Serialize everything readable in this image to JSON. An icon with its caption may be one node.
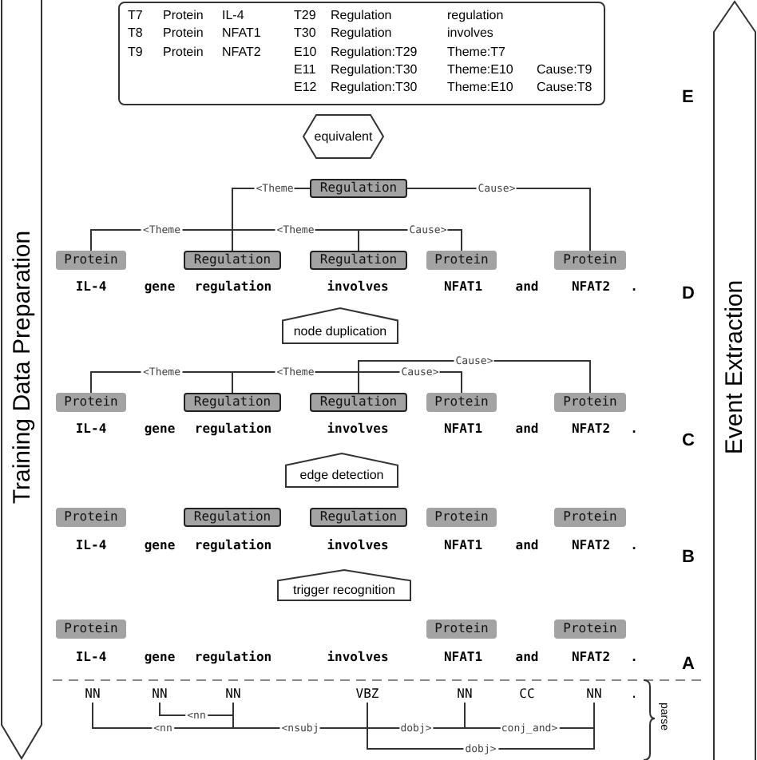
{
  "diagram": {
    "nodes": [
      {
        "text": [
          "Training Data Preparation"
        ]
      },
      {
        "text": [
          "Event Extraction"
        ]
      },
      {
        "text": [
          "T7",
          "Protein",
          "IL-4",
          "T8",
          "Protein",
          "NFAT1",
          "T9",
          "Protein",
          "NFAT2",
          "T29",
          "Regulation",
          "regulation",
          "T30",
          "Regulation",
          "involves",
          "E10",
          "Regulation:T29",
          "Theme:T7",
          "E11",
          "Regulation:T30",
          "Theme:E10",
          "Cause:T9",
          "E12",
          "Regulation:T30",
          "Theme:E10",
          "Cause:T8"
        ]
      },
      {
        "text": [
          "equivalent"
        ]
      },
      {
        "text": [
          "Regulation"
        ]
      },
      {
        "text": [
          "Protein"
        ]
      },
      {
        "text": [
          "Regulation"
        ]
      },
      {
        "text": [
          "Regulation"
        ]
      },
      {
        "text": [
          "Protein"
        ]
      },
      {
        "text": [
          "Protein"
        ]
      },
      {
        "text": [
          "node duplication"
        ]
      },
      {
        "text": [
          "Protein"
        ]
      },
      {
        "text": [
          "Regulation"
        ]
      },
      {
        "text": [
          "Regulation"
        ]
      },
      {
        "text": [
          "Protein"
        ]
      },
      {
        "text": [
          "Protein"
        ]
      },
      {
        "text": [
          "edge detection"
        ]
      },
      {
        "text": [
          "Protein"
        ]
      },
      {
        "text": [
          "Regulation"
        ]
      },
      {
        "text": [
          "Regulation"
        ]
      },
      {
        "text": [
          "Protein"
        ]
      },
      {
        "text": [
          "Protein"
        ]
      },
      {
        "text": [
          "trigger recognition"
        ]
      },
      {
        "text": [
          "Protein"
        ]
      },
      {
        "text": [
          "Protein"
        ]
      },
      {
        "text": [
          "Protein"
        ]
      },
      {
        "text": [
          "NN"
        ]
      },
      {
        "text": [
          "NN"
        ]
      },
      {
        "text": [
          "NN"
        ]
      },
      {
        "text": [
          "VBZ"
        ]
      },
      {
        "text": [
          "NN"
        ]
      },
      {
        "text": [
          "CC"
        ]
      },
      {
        "text": [
          "NN"
        ]
      },
      {
        "text": [
          "."
        ]
      }
    ],
    "edges": [
      {
        "from": 4,
        "to": 6,
        "arrow": "none",
        "label": "<Theme"
      },
      {
        "from": 4,
        "to": 9,
        "arrow": "none",
        "label": "Cause>"
      },
      {
        "from": 6,
        "to": 5,
        "arrow": "none",
        "label": "<Theme"
      },
      {
        "from": 7,
        "to": 6,
        "arrow": "none",
        "label": "<Theme"
      },
      {
        "from": 7,
        "to": 8,
        "arrow": "none",
        "label": "Cause>"
      },
      {
        "from": 12,
        "to": 11,
        "arrow": "none",
        "label": "<Theme"
      },
      {
        "from": 13,
        "to": 12,
        "arrow": "none",
        "label": "<Theme"
      },
      {
        "from": 13,
        "to": 14,
        "arrow": "none",
        "label": "Cause>"
      },
      {
        "from": 13,
        "to": 15,
        "arrow": "none",
        "label": "Cause>"
      },
      {
        "from": 28,
        "to": 27,
        "arrow": "none",
        "label": "<nn"
      },
      {
        "from": 28,
        "to": 26,
        "arrow": "none",
        "label": "<nn"
      },
      {
        "from": 29,
        "to": 28,
        "arrow": "none",
        "label": "<nsubj"
      },
      {
        "from": 29,
        "to": 30,
        "arrow": "none",
        "label": "dobj>"
      },
      {
        "from": 30,
        "to": 32,
        "arrow": "none",
        "label": "conj_and>"
      },
      {
        "from": 29,
        "to": 32,
        "arrow": "none",
        "label": "dobj>"
      }
    ],
    "labels": [
      "E",
      "IL-4",
      "gene",
      "regulation",
      "involves",
      "NFAT1",
      "and",
      "NFAT2",
      ".",
      "D",
      "IL-4",
      "gene",
      "regulation",
      "involves",
      "NFAT1",
      "and",
      "NFAT2",
      ".",
      "C",
      "IL-4",
      "gene",
      "regulation",
      "involves",
      "NFAT1",
      "and",
      "NFAT2",
      ".",
      "B",
      "IL-4",
      "gene",
      "regulation",
      "involves",
      "NFAT1",
      "and",
      "NFAT2",
      ".",
      "A",
      "parse"
    ]
  }
}
